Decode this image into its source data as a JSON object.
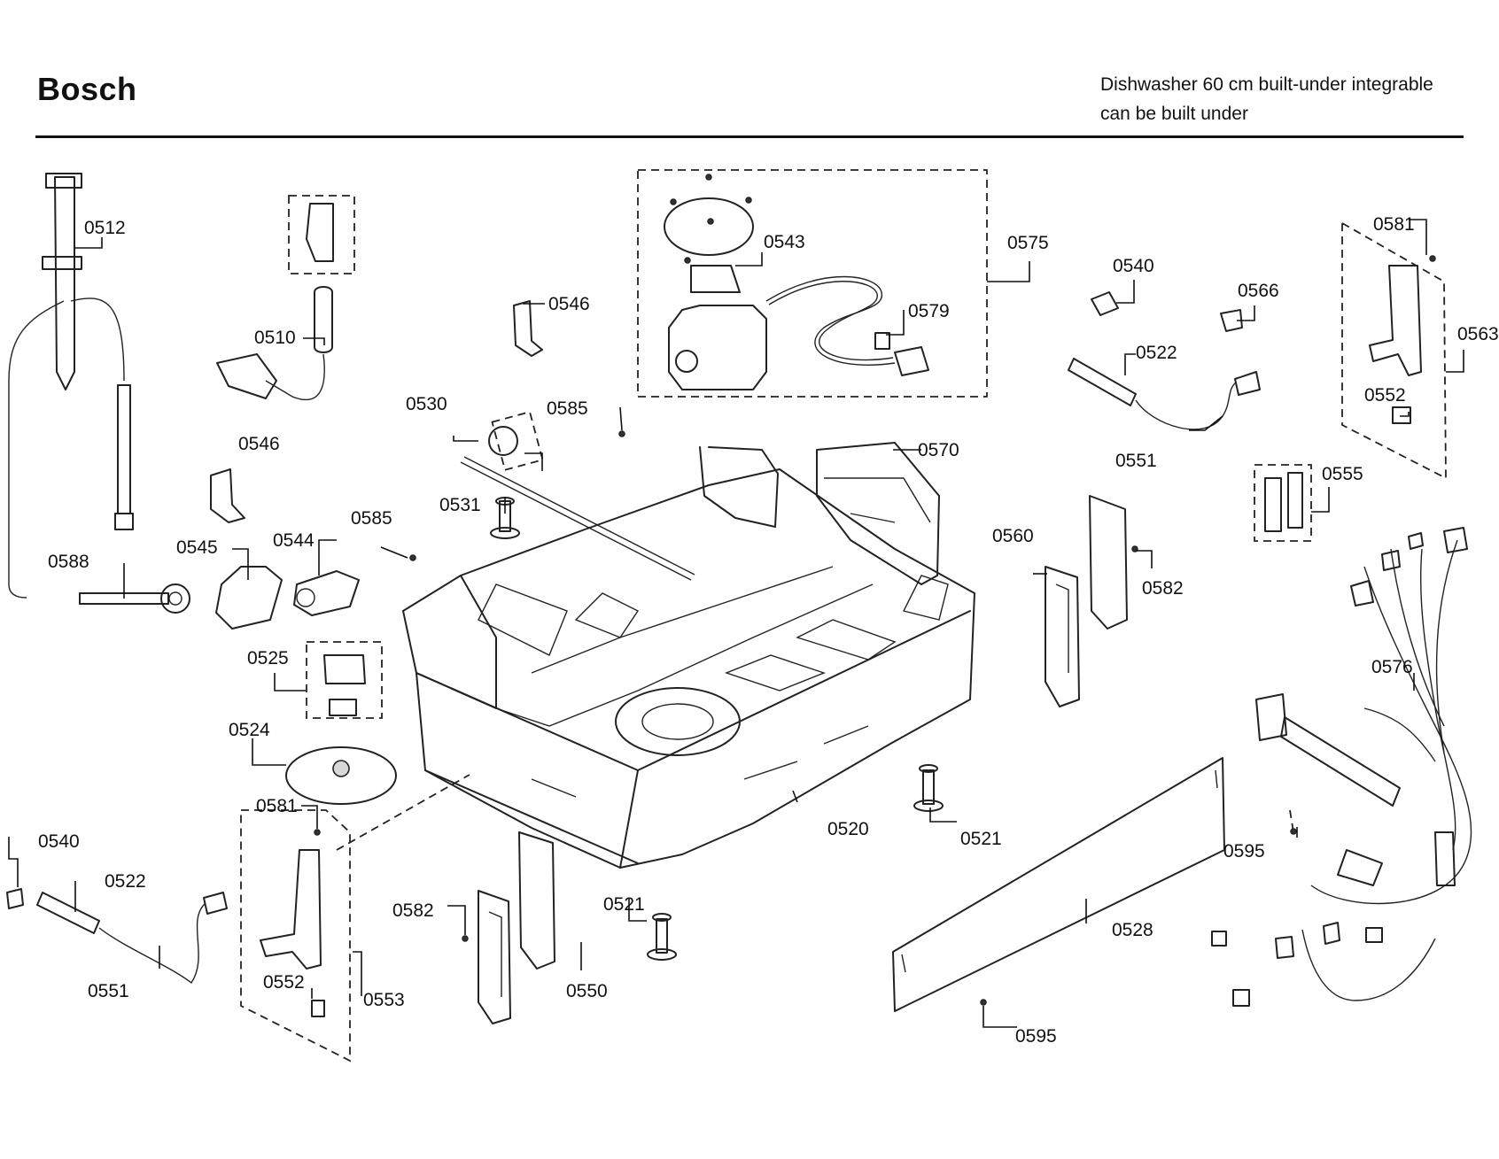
{
  "header": {
    "brand": "Bosch",
    "description_line1": "Dishwasher 60 cm built-under integrable",
    "description_line2": "can be built under"
  },
  "part_labels": [
    {
      "id": "p0512a",
      "text": "0512"
    },
    {
      "id": "p0510",
      "text": "0510"
    },
    {
      "id": "p0546a",
      "text": "0546"
    },
    {
      "id": "p0543",
      "text": "0543"
    },
    {
      "id": "p0575",
      "text": "0575"
    },
    {
      "id": "p0579",
      "text": "0579"
    },
    {
      "id": "p0540a",
      "text": "0540"
    },
    {
      "id": "p0566",
      "text": "0566"
    },
    {
      "id": "p0581a",
      "text": "0581"
    },
    {
      "id": "p0563",
      "text": "0563"
    },
    {
      "id": "p0522a",
      "text": "0522"
    },
    {
      "id": "p0552a",
      "text": "0552"
    },
    {
      "id": "p0530",
      "text": "0530"
    },
    {
      "id": "p0585a",
      "text": "0585"
    },
    {
      "id": "p0546b",
      "text": "0546"
    },
    {
      "id": "p0570",
      "text": "0570"
    },
    {
      "id": "p0551a",
      "text": "0551"
    },
    {
      "id": "p0555",
      "text": "0555"
    },
    {
      "id": "p0531",
      "text": "0531"
    },
    {
      "id": "p0585b",
      "text": "0585"
    },
    {
      "id": "p0560",
      "text": "0560"
    },
    {
      "id": "p0582a",
      "text": "0582"
    },
    {
      "id": "p0588",
      "text": "0588"
    },
    {
      "id": "p0545",
      "text": "0545"
    },
    {
      "id": "p0544",
      "text": "0544"
    },
    {
      "id": "p0525",
      "text": "0525"
    },
    {
      "id": "p0576",
      "text": "0576"
    },
    {
      "id": "p0524",
      "text": "0524"
    },
    {
      "id": "p0581b",
      "text": "0581"
    },
    {
      "id": "p0520",
      "text": "0520"
    },
    {
      "id": "p0521a",
      "text": "0521"
    },
    {
      "id": "p0540b",
      "text": "0540"
    },
    {
      "id": "p0522b",
      "text": "0522"
    },
    {
      "id": "p0595a",
      "text": "0595"
    },
    {
      "id": "p0582b",
      "text": "0582"
    },
    {
      "id": "p0521b",
      "text": "0521"
    },
    {
      "id": "p0528",
      "text": "0528"
    },
    {
      "id": "p0551b",
      "text": "0551"
    },
    {
      "id": "p0552b",
      "text": "0552"
    },
    {
      "id": "p0553",
      "text": "0553"
    },
    {
      "id": "p0550",
      "text": "0550"
    },
    {
      "id": "p0595b",
      "text": "0595"
    }
  ]
}
